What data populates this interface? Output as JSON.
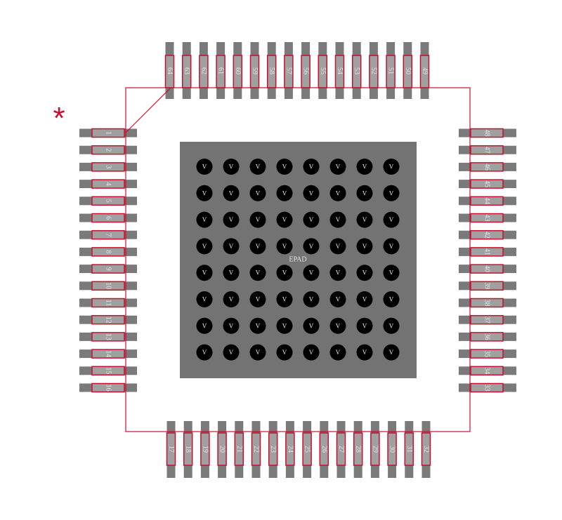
{
  "footprint": {
    "pin1_marker": "*",
    "epad_label": "EPAD",
    "via_label": "V",
    "via_grid": {
      "rows": 8,
      "cols": 8
    },
    "pins": {
      "left": [
        "1",
        "2",
        "3",
        "4",
        "5",
        "6",
        "7",
        "8",
        "9",
        "10",
        "11",
        "12",
        "13",
        "14",
        "15",
        "16"
      ],
      "bottom": [
        "17",
        "18",
        "19",
        "20",
        "21",
        "22",
        "23",
        "24",
        "25",
        "26",
        "27",
        "28",
        "29",
        "30",
        "31",
        "32"
      ],
      "right": [
        "33",
        "34",
        "35",
        "36",
        "37",
        "38",
        "39",
        "40",
        "41",
        "42",
        "43",
        "44",
        "45",
        "46",
        "47",
        "48"
      ],
      "top": [
        "49",
        "50",
        "51",
        "52",
        "53",
        "54",
        "55",
        "56",
        "57",
        "58",
        "59",
        "60",
        "61",
        "62",
        "63",
        "64"
      ]
    },
    "colors": {
      "pad": "#7a7a7a",
      "pad_inner": "#a0a0a0",
      "outline": "#c8102e",
      "epad": "#737373",
      "via": "#000000",
      "text": "#e6e6e6",
      "marker": "#c8102e"
    }
  }
}
